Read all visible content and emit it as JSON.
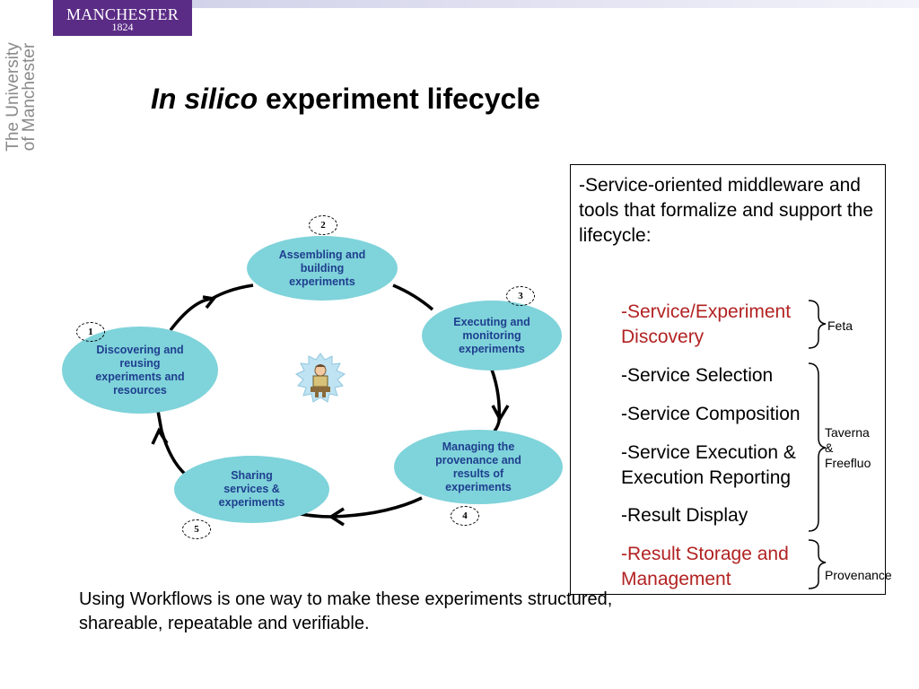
{
  "header": {
    "logo_name": "MANCHESTER",
    "logo_year": "1824",
    "university": [
      "The University",
      "of Manchester"
    ]
  },
  "title": {
    "italic": "In silico",
    "rest": " experiment lifecycle"
  },
  "lifecycle": {
    "steps": [
      {
        "number": "1",
        "lines": [
          "Discovering and",
          "reusing",
          "experiments and",
          "resources"
        ]
      },
      {
        "number": "2",
        "lines": [
          "Assembling and",
          "building",
          "experiments"
        ]
      },
      {
        "number": "3",
        "lines": [
          "Executing and",
          "monitoring",
          "experiments"
        ]
      },
      {
        "number": "4",
        "lines": [
          "Managing the",
          "provenance and",
          "results of",
          "experiments"
        ]
      },
      {
        "number": "5",
        "lines": [
          "Sharing",
          "services &",
          "experiments"
        ]
      }
    ]
  },
  "bottom_text": "Using Workflows is one way to make these experiments structured, shareable, repeatable and verifiable.",
  "panel": {
    "intro": "-Service-oriented middleware and tools that formalize and support the lifecycle:",
    "items": [
      {
        "lines": [
          "-Service/Experiment",
          "Discovery"
        ]
      },
      {
        "lines": [
          "-Service Selection"
        ]
      },
      {
        "lines": [
          "-Service Composition"
        ]
      },
      {
        "lines": [
          "-Service Execution &",
          "Execution Reporting"
        ]
      },
      {
        "lines": [
          "-Result Display"
        ]
      },
      {
        "lines": [
          "-Result Storage and",
          "Management"
        ]
      }
    ],
    "brackets": [
      {
        "label": "Feta"
      },
      {
        "label_lines": [
          "Taverna",
          "&",
          "Freefluo"
        ]
      },
      {
        "label": "Provenance"
      }
    ],
    "colors": {
      "highlight": "#b22222",
      "normal": "#000000"
    }
  },
  "colors": {
    "ellipse_fill": "#7fd3da",
    "ellipse_text": "#1f3f8f",
    "logo_bg": "#5b2c86"
  }
}
